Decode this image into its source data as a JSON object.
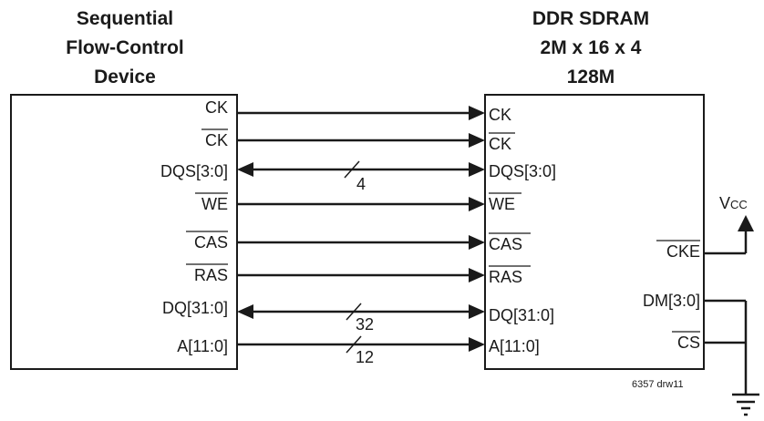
{
  "left_device": {
    "title": [
      "Sequential",
      "Flow-Control",
      "Device"
    ],
    "pins": [
      "CK",
      "CK",
      "DQS[3:0]",
      "WE",
      "CAS",
      "RAS",
      "DQ[31:0]",
      "A[11:0]"
    ]
  },
  "right_device": {
    "title": [
      "DDR SDRAM",
      "2M x 16 x 4",
      "128M"
    ],
    "pins": [
      "CK",
      "CK",
      "DQS[3:0]",
      "WE",
      "CAS",
      "RAS",
      "DQ[31:0]",
      "A[11:0]"
    ],
    "side_pins": [
      "CKE",
      "DM[3:0]",
      "CS"
    ]
  },
  "bus_widths": [
    "4",
    "32",
    "12"
  ],
  "vcc_label": [
    "V",
    "CC"
  ],
  "figure_code": "6357 drw11"
}
